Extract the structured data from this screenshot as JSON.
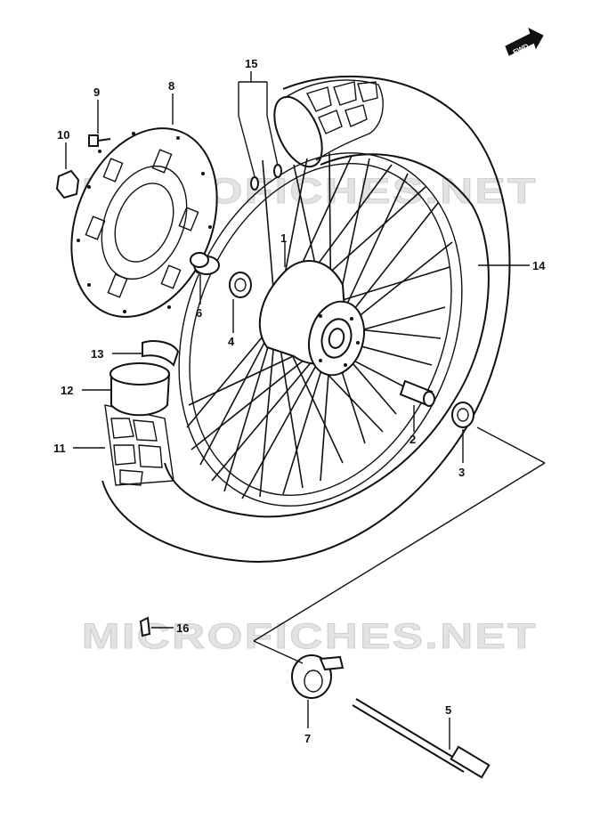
{
  "fwd_label": "FWD",
  "watermark_1": "MICROFICHES.NET",
  "watermark_2": "MICROFICHES.NET",
  "callouts": [
    {
      "id": "1",
      "label": "1"
    },
    {
      "id": "2",
      "label": "2"
    },
    {
      "id": "3",
      "label": "3"
    },
    {
      "id": "4",
      "label": "4"
    },
    {
      "id": "5",
      "label": "5"
    },
    {
      "id": "6",
      "label": "6"
    },
    {
      "id": "7",
      "label": "7"
    },
    {
      "id": "8",
      "label": "8"
    },
    {
      "id": "9",
      "label": "9"
    },
    {
      "id": "10",
      "label": "10"
    },
    {
      "id": "11",
      "label": "11"
    },
    {
      "id": "12",
      "label": "12"
    },
    {
      "id": "13",
      "label": "13"
    },
    {
      "id": "14",
      "label": "14"
    },
    {
      "id": "15",
      "label": "15"
    },
    {
      "id": "16",
      "label": "16"
    }
  ]
}
